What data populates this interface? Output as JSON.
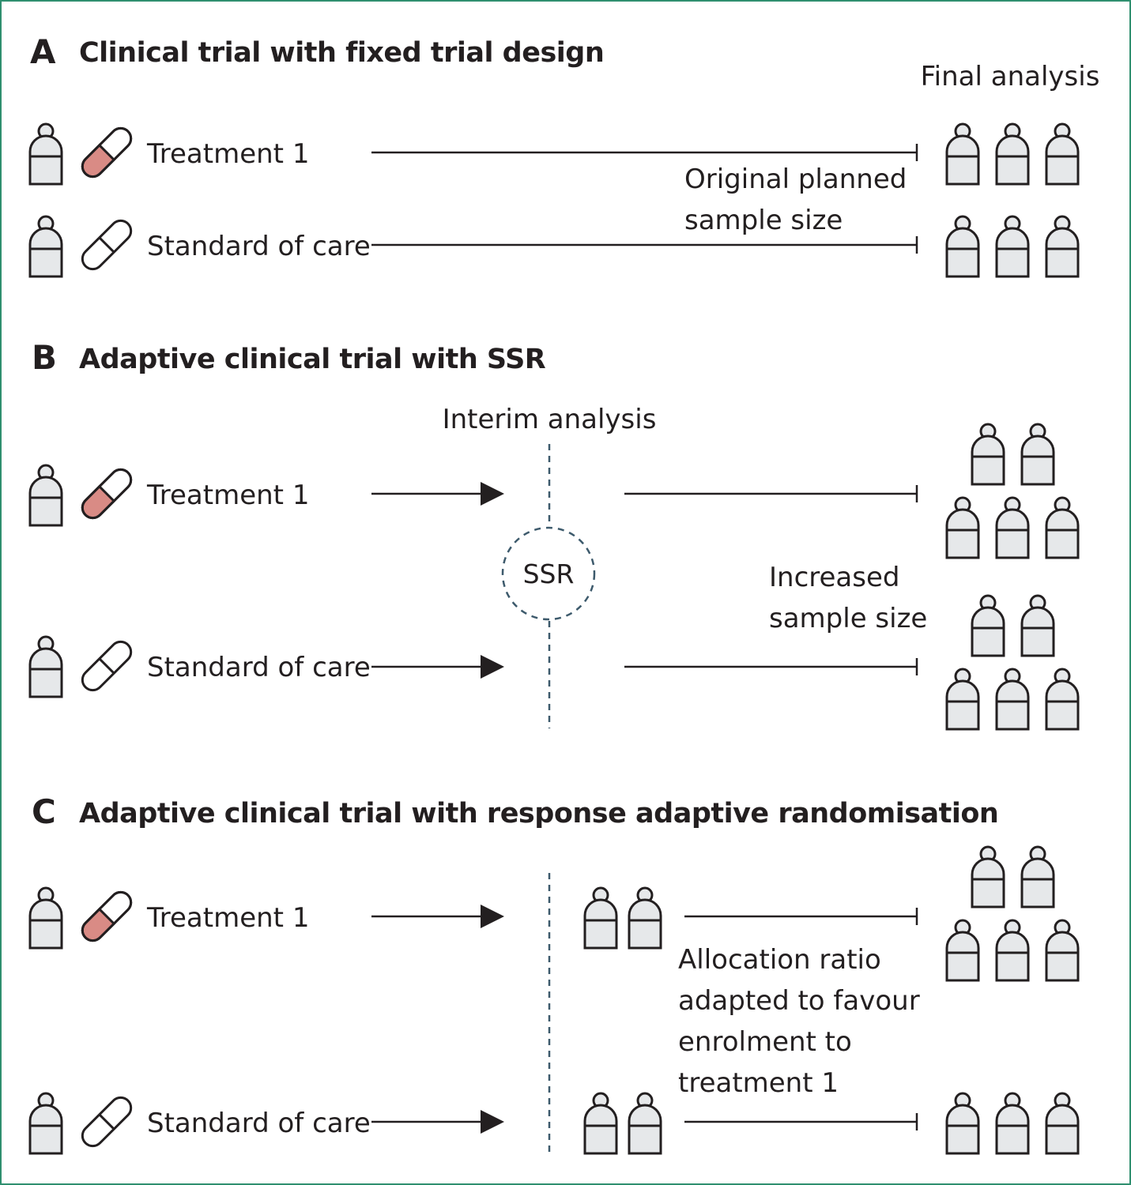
{
  "colors": {
    "border": "#2f8f6f",
    "stroke": "#231f20",
    "person_fill": "#e6e8ea",
    "pill_treatment_fill": "#d98b85",
    "pill_plain_fill": "#ffffff",
    "dashed": "#3d5a6c"
  },
  "panel_a": {
    "letter": "A",
    "title": "Clinical trial with fixed trial design",
    "final_analysis": "Final analysis",
    "treatment_label": "Treatment 1",
    "control_label": "Standard of care",
    "note_line1": "Original planned",
    "note_line2": "sample size"
  },
  "panel_b": {
    "letter": "B",
    "title": "Adaptive clinical trial with SSR",
    "interim_analysis": "Interim analysis",
    "ssr": "SSR",
    "treatment_label": "Treatment 1",
    "control_label": "Standard of care",
    "note_line1": "Increased",
    "note_line2": "sample size"
  },
  "panel_c": {
    "letter": "C",
    "title": "Adaptive clinical trial with response adaptive randomisation",
    "treatment_label": "Treatment 1",
    "control_label": "Standard of care",
    "note_line1": "Allocation ratio",
    "note_line2": "adapted to favour",
    "note_line3": "enrolment to",
    "note_line4": "treatment 1"
  },
  "icons": {
    "person": "person-icon",
    "pill_treatment": "pill-treatment-icon",
    "pill_control": "pill-control-icon"
  }
}
